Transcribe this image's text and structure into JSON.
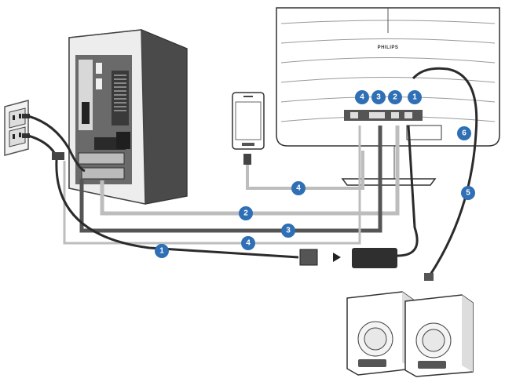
{
  "diagram": {
    "monitor": {
      "brand": "PHILIPS"
    },
    "colors": {
      "marker_fill": "#2f6fb5",
      "cable_light": "#bdbdbd",
      "cable_mid": "#8a8a8a",
      "cable_dark": "#555555",
      "cable_black": "#2b2b2b",
      "device_dark": "#3f3f3f",
      "device_light": "#e6e6e6"
    },
    "markers": [
      {
        "id": "m-port-4",
        "label": "4"
      },
      {
        "id": "m-port-3",
        "label": "3"
      },
      {
        "id": "m-port-2",
        "label": "2"
      },
      {
        "id": "m-port-1",
        "label": "1"
      },
      {
        "id": "m-lock-6",
        "label": "6"
      },
      {
        "id": "m-audio-5",
        "label": "5"
      },
      {
        "id": "m-usb-4",
        "label": "4"
      },
      {
        "id": "m-hdmi-2",
        "label": "2"
      },
      {
        "id": "m-dvi-3",
        "label": "3"
      },
      {
        "id": "m-usb-4b",
        "label": "4"
      },
      {
        "id": "m-power-1",
        "label": "1"
      }
    ]
  }
}
